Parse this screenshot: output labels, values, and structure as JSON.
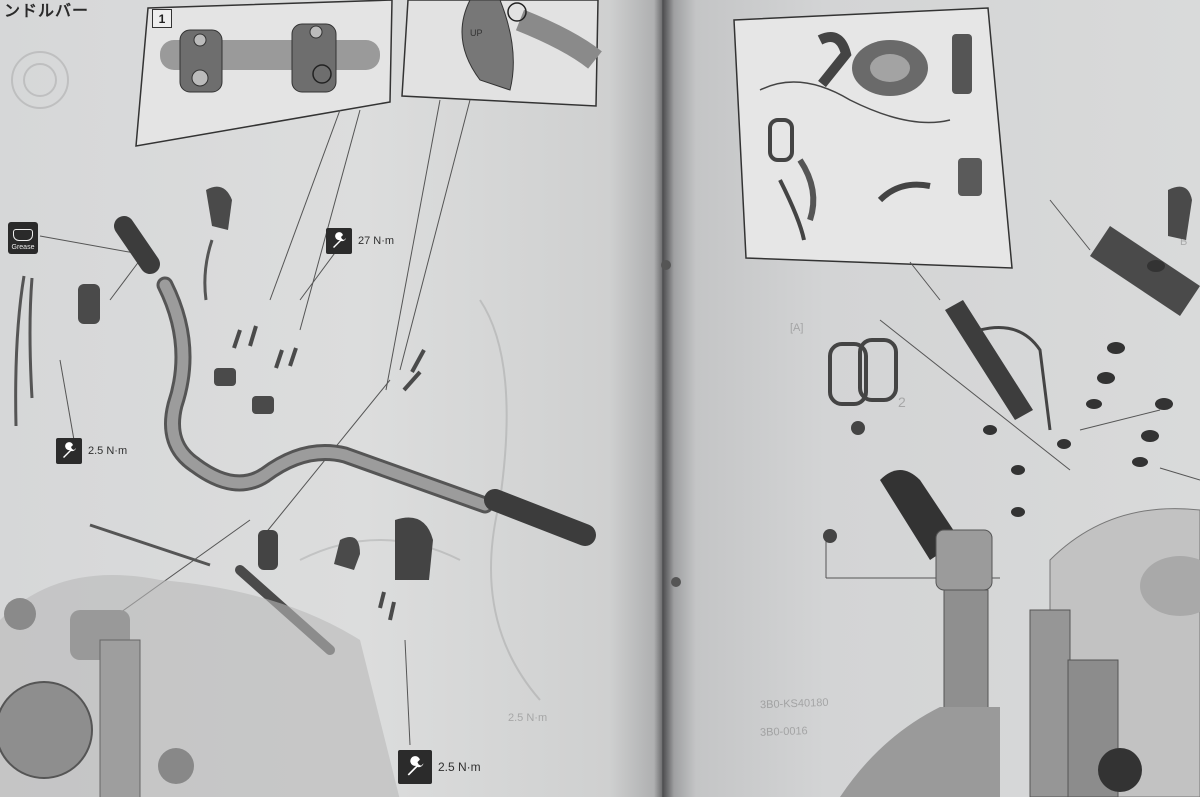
{
  "left_page": {
    "heading": "ンドルバー",
    "callout_number": "1",
    "grease_label": "Grease",
    "torque_specs": [
      {
        "value": "27 N·m"
      },
      {
        "value": "2.5 N·m"
      },
      {
        "value": "2.5 N·m"
      }
    ],
    "switch_label": "UP",
    "ghost_texts": [
      "2.5 N·m"
    ]
  },
  "right_page": {
    "ghost_texts": [
      "[A]",
      "2",
      "B"
    ],
    "ghost_part_numbers": [
      "3B0-KS40180",
      "3B0-0016"
    ]
  },
  "icons": {
    "wrench": "wrench-icon",
    "grease": "grease-icon"
  },
  "colors": {
    "paper": "#d9dada",
    "ink": "#2b2b2b",
    "gutter_shadow": "#5a5b5d"
  }
}
